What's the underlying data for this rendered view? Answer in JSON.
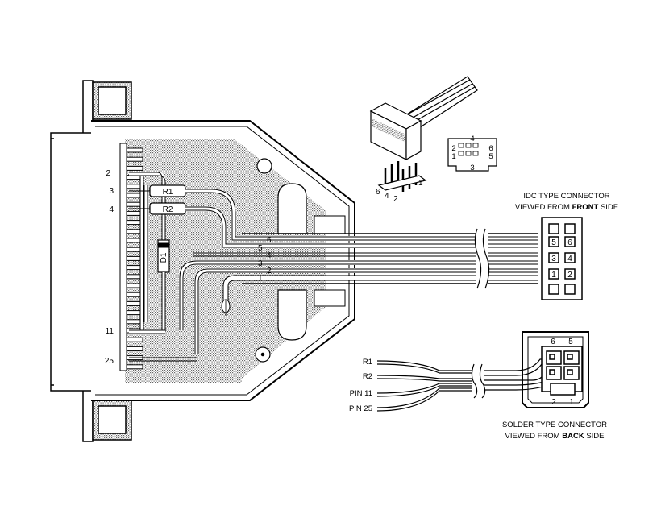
{
  "db25": {
    "pin_labels": [
      "2",
      "3",
      "4",
      "11",
      "25"
    ],
    "resistors": [
      "R1",
      "R2"
    ],
    "diode": "D1",
    "wire_numbers": [
      "6",
      "5",
      "4",
      "3",
      "2",
      "1"
    ]
  },
  "idc_icon": {
    "top_number": "4",
    "left_numbers": [
      "2",
      "1"
    ],
    "right_numbers": [
      "6",
      "5"
    ],
    "bottom_number": "3",
    "header_numbers": [
      "6",
      "4",
      "2",
      "1"
    ]
  },
  "idc_connector": {
    "caption_line1": "IDC TYPE CONNECTOR",
    "caption_line2_pre": "VIEWED FROM ",
    "caption_line2_bold": "FRONT",
    "caption_line2_post": " SIDE",
    "pins": [
      "5",
      "6",
      "3",
      "4",
      "1",
      "2"
    ]
  },
  "solder_connector": {
    "wire_labels": [
      "R1",
      "R2",
      "PIN 11",
      "PIN 25"
    ],
    "top_numbers": [
      "6",
      "5"
    ],
    "bottom_numbers": [
      "2",
      "1"
    ],
    "caption_line1": "SOLDER TYPE CONNECTOR",
    "caption_line2_pre": "VIEWED FROM ",
    "caption_line2_bold": "BACK",
    "caption_line2_post": " SIDE"
  }
}
